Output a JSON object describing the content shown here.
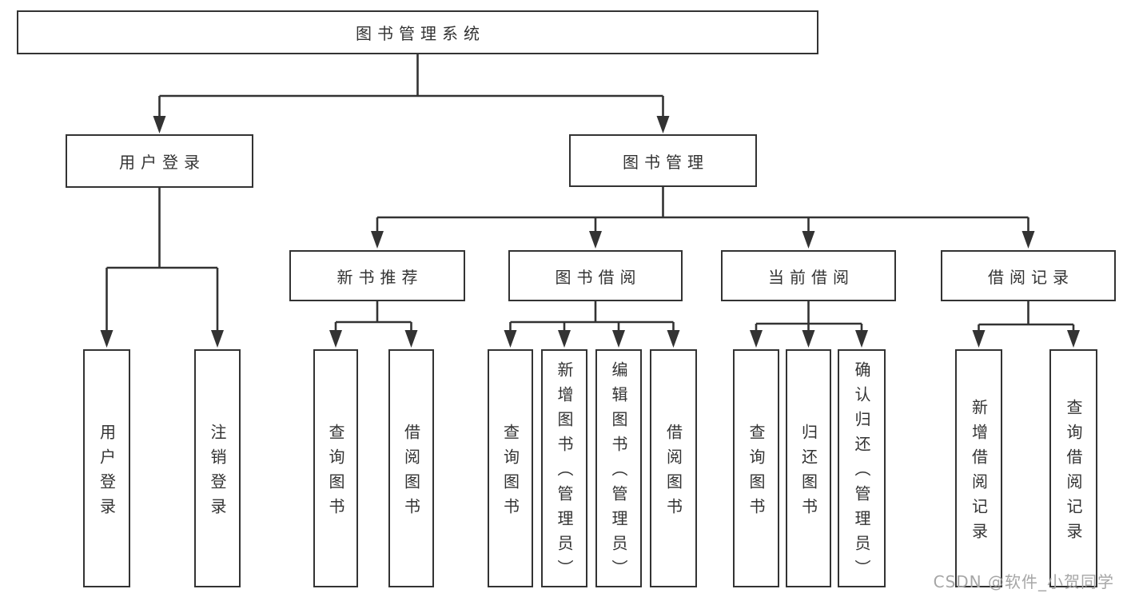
{
  "diagram": {
    "title": "图书管理系统",
    "level2": [
      {
        "label": "用户登录"
      },
      {
        "label": "图书管理"
      }
    ],
    "level3": [
      {
        "label": "新书推荐"
      },
      {
        "label": "图书借阅"
      },
      {
        "label": "当前借阅"
      },
      {
        "label": "借阅记录"
      }
    ],
    "leaves": [
      {
        "label": "用户登录"
      },
      {
        "label": "注销登录"
      },
      {
        "label": "查询图书"
      },
      {
        "label": "借阅图书"
      },
      {
        "label": "查询图书"
      },
      {
        "label": "新增图书（管理员）"
      },
      {
        "label": "编辑图书（管理员）"
      },
      {
        "label": "借阅图书"
      },
      {
        "label": "查询图书"
      },
      {
        "label": "归还图书"
      },
      {
        "label": "确认归还（管理员）"
      },
      {
        "label": "新增借阅记录"
      },
      {
        "label": "查询借阅记录"
      }
    ]
  },
  "watermark": {
    "text": "CSDN @软件_小贺同学"
  },
  "colors": {
    "line": "#333333",
    "text": "#333333",
    "background": "#ffffff",
    "watermark": "#a6a6a6"
  }
}
